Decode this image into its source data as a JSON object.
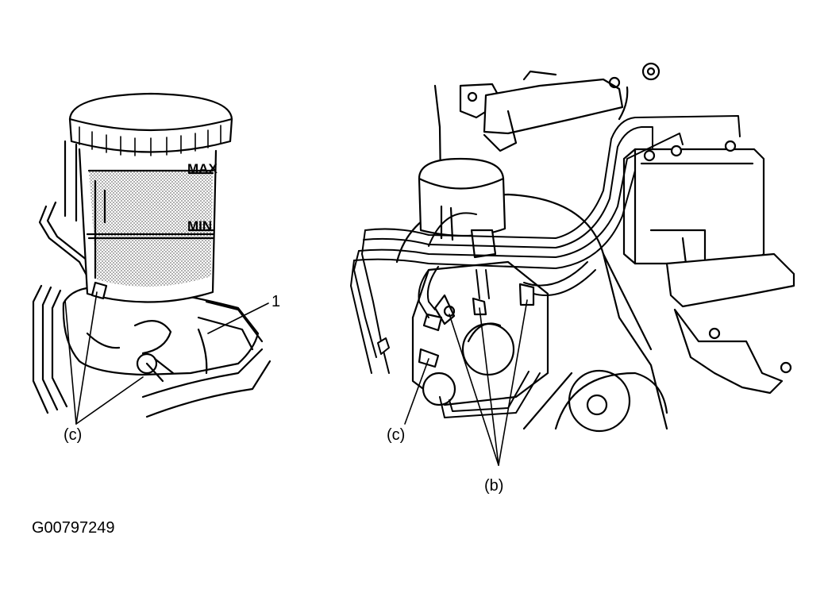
{
  "figure_id": "G00797249",
  "reservoir": {
    "max_mark": "MAX",
    "min_mark": "MIN"
  },
  "callouts": {
    "left_c": "(c)",
    "left_1": "1",
    "right_c": "(c)",
    "right_b": "(b)"
  },
  "colors": {
    "line": "#000000",
    "fill": "#ffffff",
    "stipple": "#9a9a9a"
  }
}
